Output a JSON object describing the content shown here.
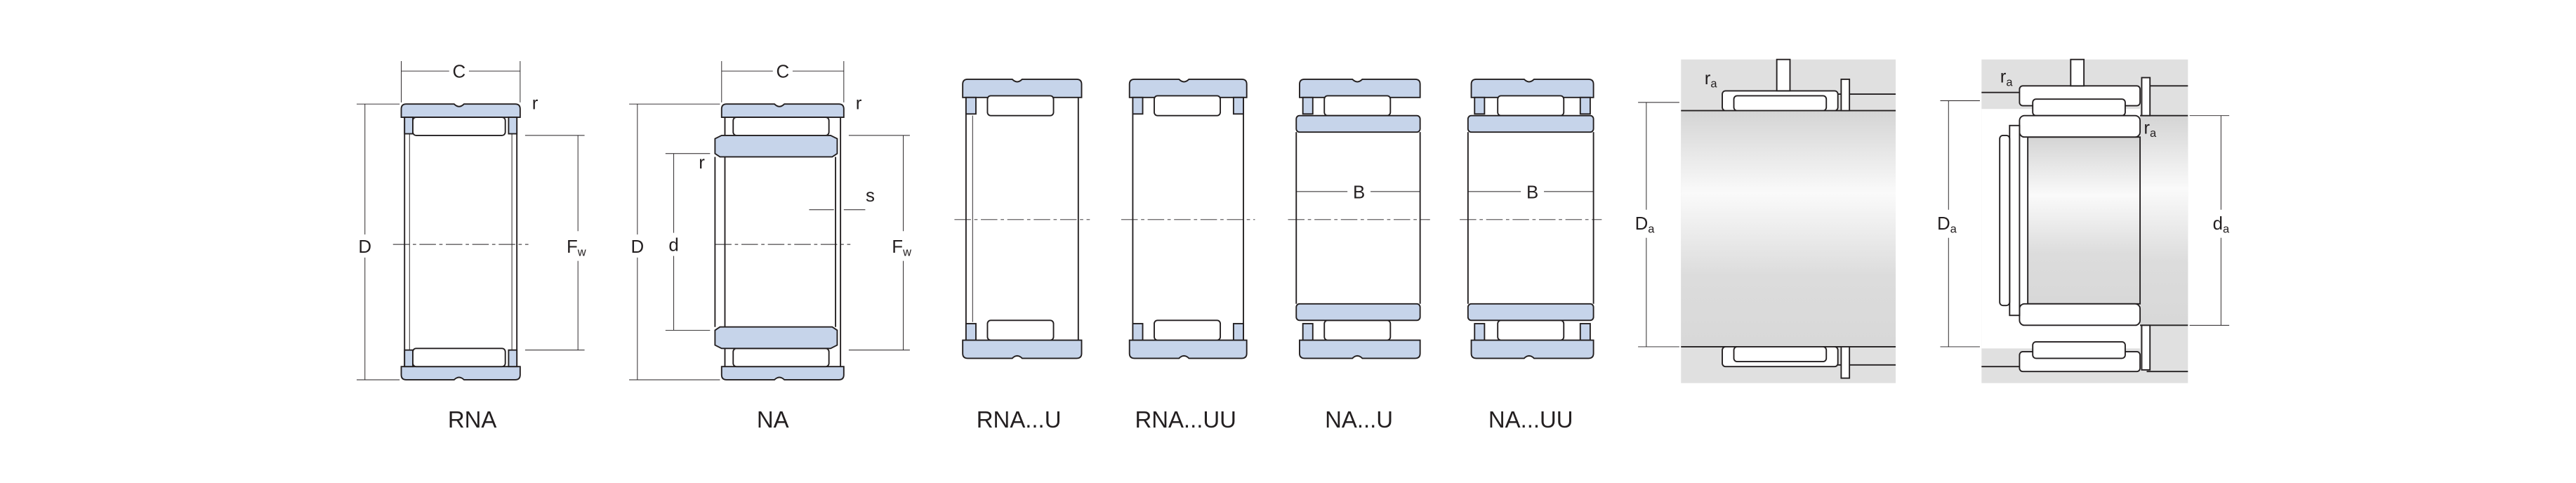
{
  "colors": {
    "component_fill": "#c6d4ea",
    "housing_fill": "#e0e0e0",
    "line": "#231f20"
  },
  "designs": [
    {
      "label": "RNA",
      "dims": {
        "width": "C",
        "radius": "r",
        "outer": "D",
        "fw": "F",
        "fw_sub": "w"
      }
    },
    {
      "label": "NA",
      "dims": {
        "width": "C",
        "radius": "r",
        "radius2": "r",
        "outer": "D",
        "bore": "d",
        "shift": "s",
        "fw": "F",
        "fw_sub": "w"
      }
    },
    {
      "label": "RNA...U"
    },
    {
      "label": "RNA...UU"
    },
    {
      "label": "NA...U",
      "dims": {
        "inner_width": "B"
      }
    },
    {
      "label": "NA...UU",
      "dims": {
        "inner_width": "B"
      }
    }
  ],
  "mounting": [
    {
      "da": "D",
      "da_sub": "a",
      "ra": "r",
      "ra_sub": "a"
    },
    {
      "da": "D",
      "da_sub": "a",
      "ra": "r",
      "ra_sub": "a",
      "ra2": "r",
      "ra2_sub": "a",
      "shaft": "d",
      "shaft_sub": "a"
    }
  ]
}
